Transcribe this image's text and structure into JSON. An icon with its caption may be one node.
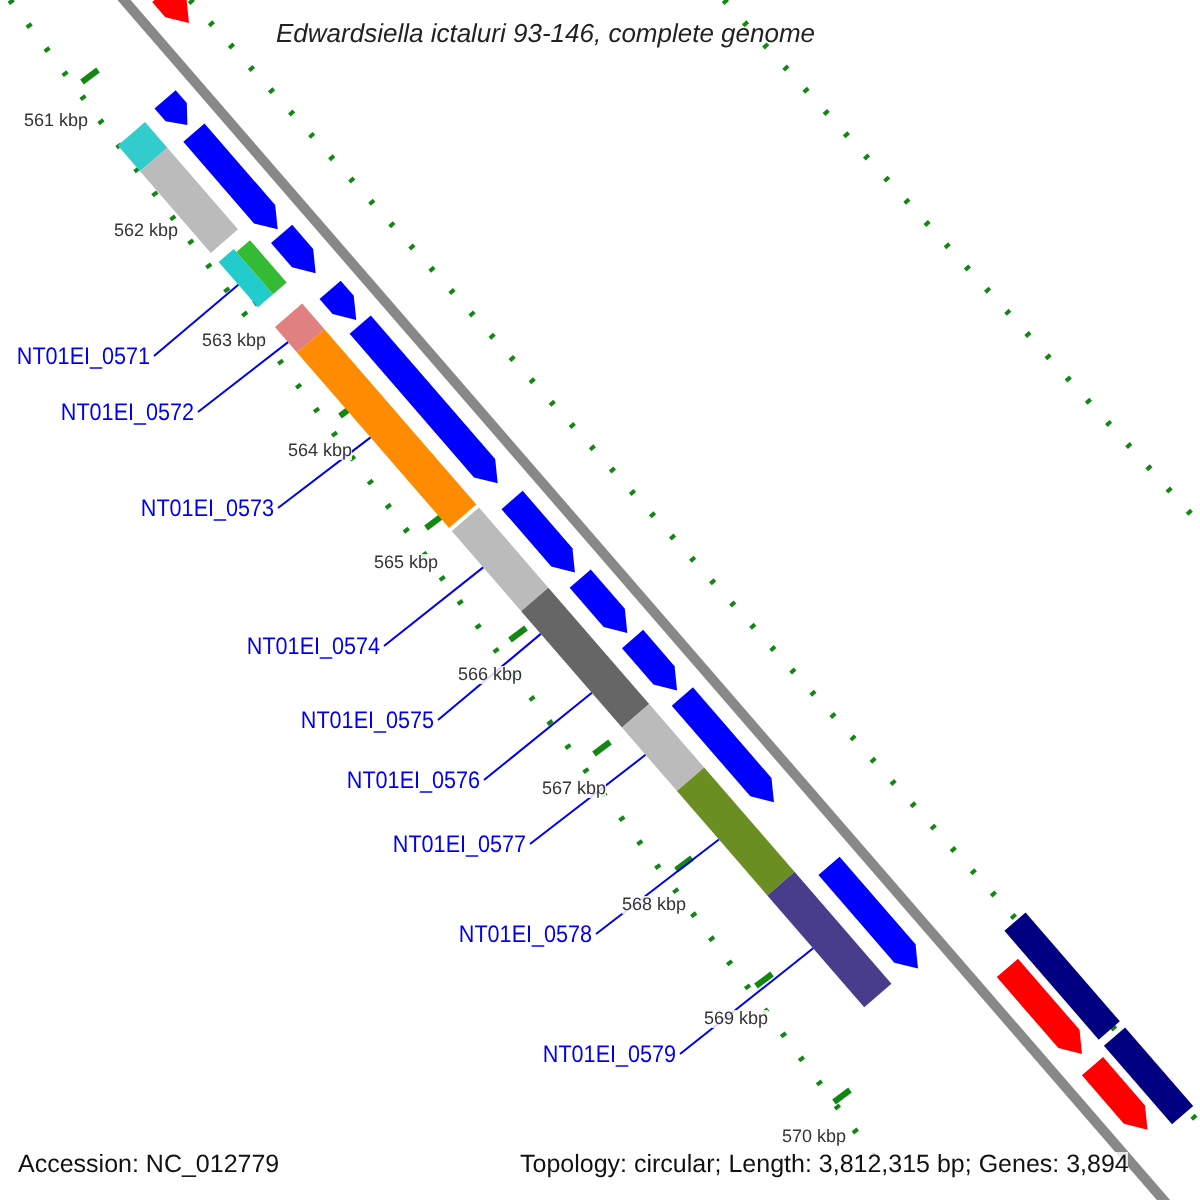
{
  "diagram": {
    "title": "Edwardsiella ictaluri 93-146, complete genome",
    "nodes": [
      {
        "text": [
          "NT01EI_0571"
        ]
      },
      {
        "text": [
          "NT01EI_0572"
        ]
      },
      {
        "text": [
          "NT01EI_0573"
        ]
      },
      {
        "text": [
          "NT01EI_0574"
        ]
      },
      {
        "text": [
          "NT01EI_0575"
        ]
      },
      {
        "text": [
          "NT01EI_0576"
        ]
      },
      {
        "text": [
          "NT01EI_0577"
        ]
      },
      {
        "text": [
          "NT01EI_0578"
        ]
      },
      {
        "text": [
          "NT01EI_0579"
        ]
      },
      {
        "text": [],
        "shape": "arrow"
      },
      {
        "text": [],
        "shape": "arrow"
      },
      {
        "text": [],
        "shape": "bar"
      },
      {
        "text": [],
        "shape": "bar"
      },
      {
        "text": [],
        "shape": "arrow"
      },
      {
        "text": [],
        "shape": "bar"
      },
      {
        "text": [],
        "shape": "bar"
      },
      {
        "text": [],
        "shape": "arrow"
      },
      {
        "text": [],
        "shape": "bar"
      },
      {
        "text": [],
        "shape": "arrow"
      },
      {
        "text": [],
        "shape": "bar"
      },
      {
        "text": [],
        "shape": "arrow"
      },
      {
        "text": [],
        "shape": "bar"
      },
      {
        "text": [],
        "shape": "arrow"
      },
      {
        "text": [],
        "shape": "bar"
      },
      {
        "text": [],
        "shape": "arrow"
      },
      {
        "text": [],
        "shape": "arrow"
      },
      {
        "text": [],
        "shape": "bar"
      },
      {
        "text": [],
        "shape": "arrow"
      },
      {
        "text": [],
        "shape": "bar"
      },
      {
        "text": [],
        "shape": "bar"
      },
      {
        "text": [],
        "shape": "arrow"
      },
      {
        "text": [],
        "shape": "bar"
      },
      {
        "text": [],
        "shape": "arrow"
      },
      {
        "text": [],
        "shape": "bar"
      },
      {
        "text": [],
        "shape": "arrow"
      }
    ],
    "edges": [
      {
        "from": 0,
        "to": 14,
        "arrow": "none"
      },
      {
        "from": 1,
        "to": 17,
        "arrow": "none"
      },
      {
        "from": 2,
        "to": 19,
        "arrow": "none"
      },
      {
        "from": 3,
        "to": 21,
        "arrow": "none"
      },
      {
        "from": 4,
        "to": 23,
        "arrow": "none"
      },
      {
        "from": 5,
        "to": 23,
        "arrow": "none"
      },
      {
        "from": 6,
        "to": 26,
        "arrow": "none"
      },
      {
        "from": 7,
        "to": 28,
        "arrow": "none"
      },
      {
        "from": 8,
        "to": 29,
        "arrow": "none"
      }
    ],
    "labels": [
      "561 kbp",
      "562 kbp",
      "563 kbp",
      "564 kbp",
      "565 kbp",
      "566 kbp",
      "567 kbp",
      "568 kbp",
      "569 kbp",
      "570 kbp",
      "Accession: NC_012779",
      "Topology: circular; Length: 3,812,315 bp; Genes: 3,894"
    ]
  }
}
